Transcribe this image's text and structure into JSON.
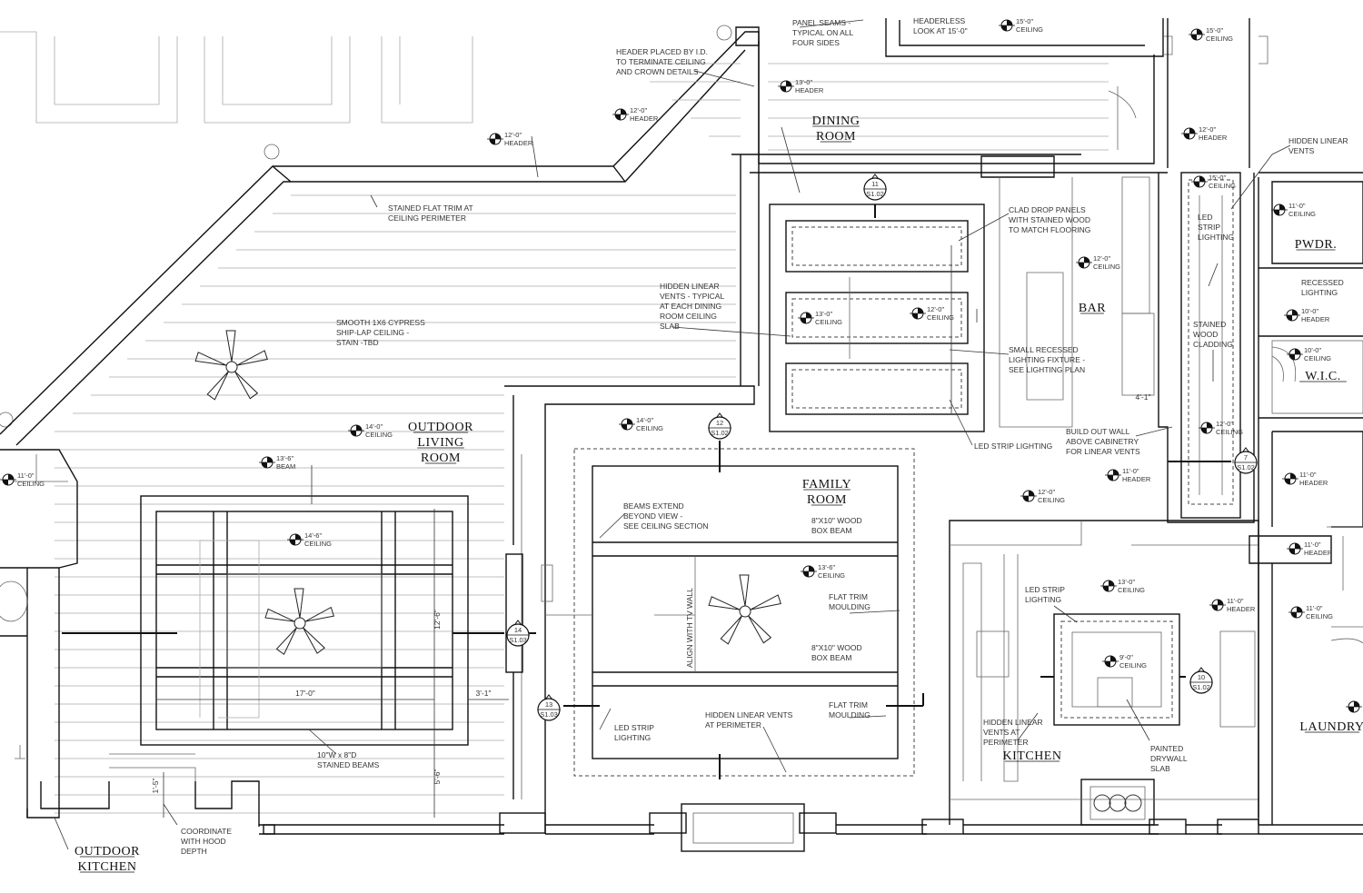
{
  "rooms": [
    {
      "id": "dining",
      "lines": [
        "DINING",
        "ROOM"
      ]
    },
    {
      "id": "outdoor-living",
      "lines": [
        "OUTDOOR",
        "LIVING",
        "ROOM"
      ]
    },
    {
      "id": "family",
      "lines": [
        "FAMILY",
        "ROOM"
      ]
    },
    {
      "id": "bar",
      "lines": [
        "BAR"
      ]
    },
    {
      "id": "pwdr",
      "lines": [
        "PWDR."
      ]
    },
    {
      "id": "wic",
      "lines": [
        "W.I.C."
      ]
    },
    {
      "id": "kitchen",
      "lines": [
        "KITCHEN"
      ]
    },
    {
      "id": "laundry",
      "lines": [
        "LAUNDRY"
      ]
    },
    {
      "id": "outdoor-kitchen",
      "lines": [
        "OUTDOOR",
        "KITCHEN"
      ]
    }
  ],
  "notes": [
    {
      "id": "header-id",
      "lines": [
        "HEADER PLACED BY I.D.",
        "TO TERMINATE CEILING",
        "AND CROWN DETAILS"
      ]
    },
    {
      "id": "panel-seams",
      "lines": [
        "PANEL SEAMS -",
        "TYPICAL ON ALL",
        "FOUR SIDES"
      ]
    },
    {
      "id": "headerless",
      "lines": [
        "HEADERLESS",
        "LOOK AT 15'-0\""
      ]
    },
    {
      "id": "stained-trim",
      "lines": [
        "STAINED FLAT TRIM AT",
        "CEILING PERIMETER"
      ]
    },
    {
      "id": "shiplap",
      "lines": [
        "SMOOTH 1X6 CYPRESS",
        "SHIP-LAP CEILING -",
        "STAIN -TBD"
      ]
    },
    {
      "id": "clad-drop",
      "lines": [
        "CLAD DROP PANELS",
        "WITH STAINED WOOD",
        "TO MATCH FLOORING"
      ]
    },
    {
      "id": "hidden-vents-dining",
      "lines": [
        "HIDDEN LINEAR",
        "VENTS - TYPICAL",
        "AT EACH DINING",
        "ROOM CEILING",
        "SLAB"
      ]
    },
    {
      "id": "small-recessed",
      "lines": [
        "SMALL RECESSED",
        "LIGHTING FIXTURE -",
        "SEE LIGHTING PLAN"
      ]
    },
    {
      "id": "led-dining",
      "lines": [
        "LED STRIP LIGHTING"
      ]
    },
    {
      "id": "hidden-linear-top",
      "lines": [
        "HIDDEN LINEAR",
        "VENTS"
      ]
    },
    {
      "id": "led-strip-bar",
      "lines": [
        "LED",
        "STRIP",
        "LIGHTING"
      ]
    },
    {
      "id": "stained-cladding",
      "lines": [
        "STAINED",
        "WOOD",
        "CLADDING"
      ]
    },
    {
      "id": "recessed-lighting",
      "lines": [
        "RECESSED",
        "LIGHTING"
      ]
    },
    {
      "id": "build-out",
      "lines": [
        "BUILD OUT WALL",
        "ABOVE CABINETRY",
        "FOR LINEAR VENTS"
      ]
    },
    {
      "id": "beams-extend",
      "lines": [
        "BEAMS EXTEND",
        "BEYOND VIEW -",
        "SEE CEILING SECTION"
      ]
    },
    {
      "id": "box-beam-1",
      "lines": [
        "8\"X10\" WOOD",
        "BOX BEAM"
      ]
    },
    {
      "id": "flat-trim-1",
      "lines": [
        "FLAT TRIM",
        "MOULDING"
      ]
    },
    {
      "id": "box-beam-2",
      "lines": [
        "8\"X10\" WOOD",
        "BOX BEAM"
      ]
    },
    {
      "id": "flat-trim-2",
      "lines": [
        "FLAT TRIM",
        "MOULDING"
      ]
    },
    {
      "id": "led-family",
      "lines": [
        "LED STRIP",
        "LIGHTING"
      ]
    },
    {
      "id": "hidden-perimeter",
      "lines": [
        "HIDDEN LINEAR VENTS",
        "AT PERIMETER"
      ]
    },
    {
      "id": "stained-beams",
      "lines": [
        "10\"W x 8\"D",
        "STAINED BEAMS"
      ]
    },
    {
      "id": "coordinate-hood",
      "lines": [
        "COORDINATE",
        "WITH HOOD",
        "DEPTH"
      ]
    },
    {
      "id": "led-kitchen",
      "lines": [
        "LED STRIP",
        "LIGHTING"
      ]
    },
    {
      "id": "hidden-kitchen",
      "lines": [
        "HIDDEN LINEAR",
        "VENTS AT",
        "PERIMETER"
      ]
    },
    {
      "id": "painted-slab",
      "lines": [
        "PAINTED",
        "DRYWALL",
        "SLAB"
      ]
    },
    {
      "id": "align-tv",
      "lines": [
        "ALIGN WITH TV WALL"
      ]
    }
  ],
  "elevations": [
    {
      "id": "e1",
      "lines": [
        "13'-0\"",
        "HEADER"
      ]
    },
    {
      "id": "e2",
      "lines": [
        "12'-0\"",
        "HEADER"
      ]
    },
    {
      "id": "e3",
      "lines": [
        "12'-0\"",
        "HEADER"
      ]
    },
    {
      "id": "e4",
      "lines": [
        "15'-0\"",
        "CEILING"
      ]
    },
    {
      "id": "e5",
      "lines": [
        "15'-0\"",
        "CEILING"
      ]
    },
    {
      "id": "e6",
      "lines": [
        "12'-0\"",
        "HEADER"
      ]
    },
    {
      "id": "e7",
      "lines": [
        "15'-0\"",
        "CEILING"
      ]
    },
    {
      "id": "e8",
      "lines": [
        "11'-0\"",
        "CEILING"
      ]
    },
    {
      "id": "e9",
      "lines": [
        "12'-0\"",
        "CEILING"
      ]
    },
    {
      "id": "e10",
      "lines": [
        "13'-0\"",
        "CEILING"
      ]
    },
    {
      "id": "e11",
      "lines": [
        "12'-0\"",
        "CEILING"
      ]
    },
    {
      "id": "e12",
      "lines": [
        "10'-0\"",
        "HEADER"
      ]
    },
    {
      "id": "e13",
      "lines": [
        "10'-0\"",
        "CEILING"
      ]
    },
    {
      "id": "e14",
      "lines": [
        "14'-0\"",
        "CEILING"
      ]
    },
    {
      "id": "e15",
      "lines": [
        "14'-0\"",
        "CEILING"
      ]
    },
    {
      "id": "e16",
      "lines": [
        "13'-6\"",
        "BEAM"
      ]
    },
    {
      "id": "e17",
      "lines": [
        "14'-6\"",
        "CEILING"
      ]
    },
    {
      "id": "e18",
      "lines": [
        "11'-0\"",
        "CEILING"
      ]
    },
    {
      "id": "e19",
      "lines": [
        "12'-0\"",
        "CEILING"
      ]
    },
    {
      "id": "e20",
      "lines": [
        "12'-0\"",
        "CEILING"
      ]
    },
    {
      "id": "e21",
      "lines": [
        "11'-0\"",
        "HEADER"
      ]
    },
    {
      "id": "e22",
      "lines": [
        "11'-0\"",
        "HEADER"
      ]
    },
    {
      "id": "e23",
      "lines": [
        "11'-0\"",
        "HEADER"
      ]
    },
    {
      "id": "e24",
      "lines": [
        "13'-6\"",
        "CEILING"
      ]
    },
    {
      "id": "e25",
      "lines": [
        "13'-0\"",
        "CEILING"
      ]
    },
    {
      "id": "e26",
      "lines": [
        "11'-0\"",
        "CEILING"
      ]
    },
    {
      "id": "e27",
      "lines": [
        "11'-0\"",
        "HEADER"
      ]
    },
    {
      "id": "e28",
      "lines": [
        "9'-0\"",
        "CEILING"
      ]
    },
    {
      "id": "e29",
      "lines": [
        "10'-0\"",
        "CEILING"
      ]
    }
  ],
  "dimensions": [
    {
      "id": "d1",
      "text": "12'-6\""
    },
    {
      "id": "d2",
      "text": "17'-0\""
    },
    {
      "id": "d3",
      "text": "3'-1\""
    },
    {
      "id": "d4",
      "text": "5'-6\""
    },
    {
      "id": "d5",
      "text": "1'-5\""
    },
    {
      "id": "d6",
      "text": "4'-1\""
    }
  ],
  "section_tags": [
    {
      "id": "s11",
      "num": "11",
      "sheet": "S1.02"
    },
    {
      "id": "s12",
      "num": "12",
      "sheet": "S1.02"
    },
    {
      "id": "s14",
      "num": "14",
      "sheet": "S1.03"
    },
    {
      "id": "s13",
      "num": "13",
      "sheet": "S1.03"
    },
    {
      "id": "s7",
      "num": "7",
      "sheet": "S1.02"
    },
    {
      "id": "s10",
      "num": "10",
      "sheet": "S1.02"
    }
  ]
}
